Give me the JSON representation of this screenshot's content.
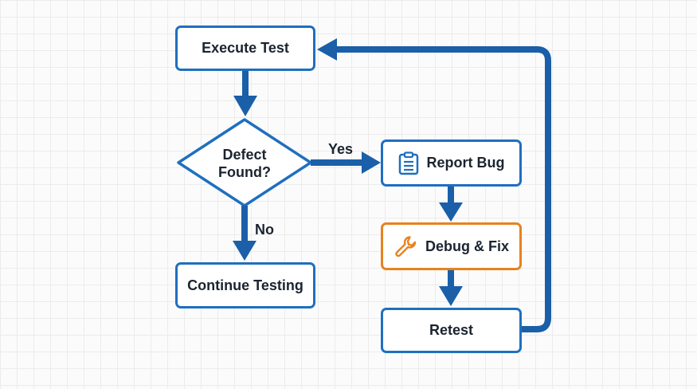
{
  "flowchart": {
    "nodes": {
      "execute_test": "Execute Test",
      "decision_line1": "Defect",
      "decision_line2": "Found?",
      "report_bug": "Report Bug",
      "debug_fix": "Debug & Fix",
      "retest": "Retest",
      "continue_testing": "Continue Testing"
    },
    "edges": {
      "yes": "Yes",
      "no": "No"
    },
    "icons": {
      "report_bug": "clipboard-icon",
      "debug_fix": "wrench-icon"
    }
  },
  "colors": {
    "primary": "#1f6fbf",
    "accent": "#e8821e",
    "text": "#1b2430"
  }
}
